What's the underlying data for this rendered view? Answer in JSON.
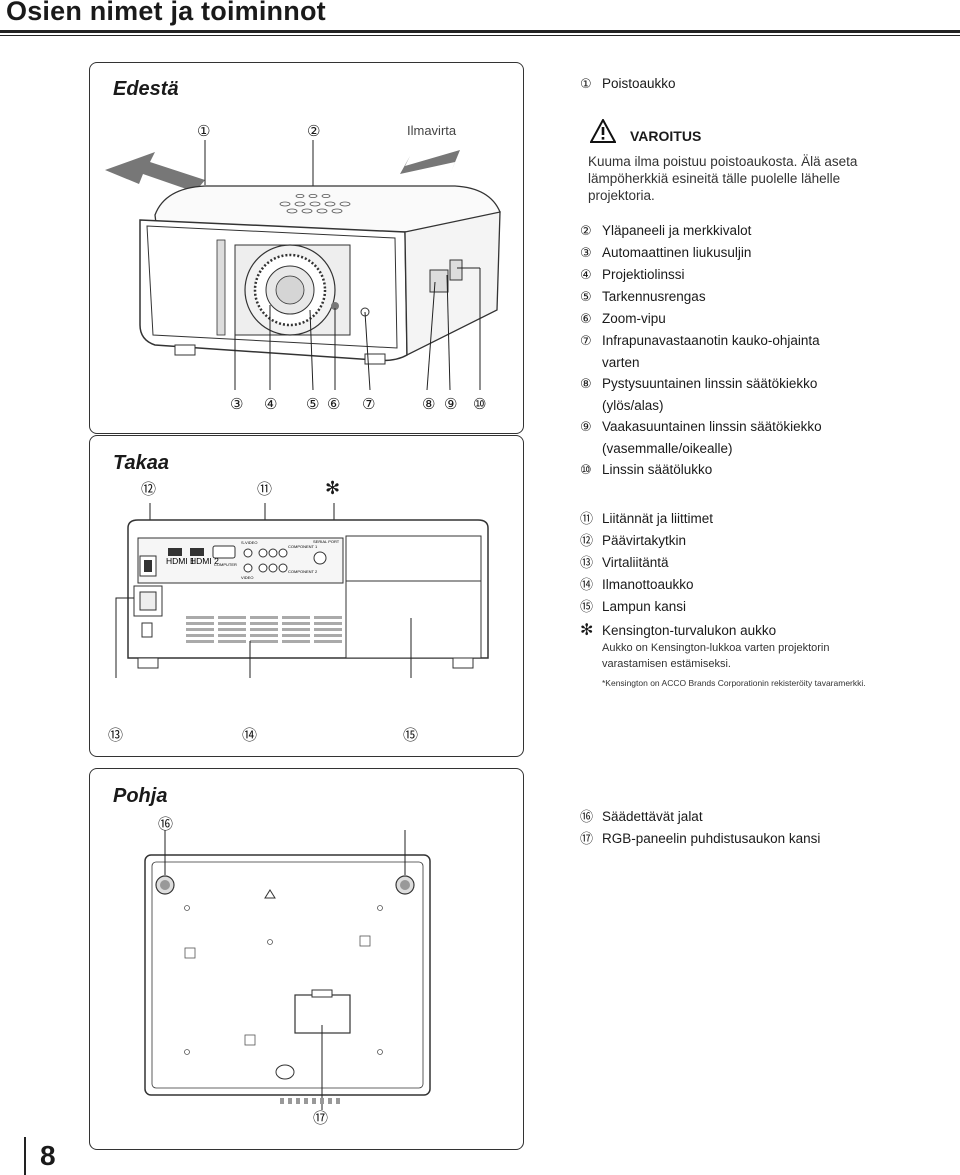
{
  "title": "Osien nimet ja toiminnot",
  "page_number": "8",
  "sections": {
    "front": "Edestä",
    "rear": "Takaa",
    "bottom": "Pohja"
  },
  "front_diagram": {
    "airflow_label": "Ilmavirta",
    "top_callouts": [
      "①",
      "②"
    ],
    "bottom_callouts": [
      "③",
      "④",
      "⑤",
      "⑥",
      "⑦",
      "⑧",
      "⑨",
      "⑩"
    ]
  },
  "rear_diagram": {
    "top_callouts": [
      "⑫",
      "⑪",
      "✻"
    ],
    "bottom_callouts": [
      "⑬",
      "⑭",
      "⑮"
    ],
    "panel_labels": [
      "HDMI 1",
      "HDMI 2",
      "COMPUTER",
      "S-VIDEO",
      "VIDEO",
      "COMPONENT 1",
      "COMPONENT 2",
      "SERIAL PORT"
    ]
  },
  "bottom_diagram": {
    "callouts": [
      "⑯",
      "⑰"
    ]
  },
  "list1": {
    "item1": {
      "n": "①",
      "label": "Poistoaukko"
    },
    "warning_title": "VAROITUS",
    "warning_text": "Kuuma ilma poistuu poistoaukosta. Älä aseta lämpöherkkiä esineitä tälle puolelle lähelle projektoria.",
    "items": [
      {
        "n": "②",
        "label": "Yläpaneeli ja merkkivalot"
      },
      {
        "n": "③",
        "label": "Automaattinen liukusuljin"
      },
      {
        "n": "④",
        "label": "Projektiolinssi"
      },
      {
        "n": "⑤",
        "label": "Tarkennusrengas"
      },
      {
        "n": "⑥",
        "label": "Zoom-vipu"
      },
      {
        "n": "⑦",
        "label": "Infrapunavastaanotin kauko-ohjainta"
      },
      {
        "n": "",
        "label": "varten"
      },
      {
        "n": "⑧",
        "label": "Pystysuuntainen linssin säätökiekko"
      },
      {
        "n": "",
        "label": "(ylös/alas)"
      },
      {
        "n": "⑨",
        "label": "Vaakasuuntainen linssin säätökiekko"
      },
      {
        "n": "",
        "label": "(vasemmalle/oikealle)"
      },
      {
        "n": "⑩",
        "label": "Linssin säätölukko"
      }
    ]
  },
  "list2": {
    "items": [
      {
        "n": "⑪",
        "label": "Liitännät ja liittimet"
      },
      {
        "n": "⑫",
        "label": "Päävirtakytkin"
      },
      {
        "n": "⑬",
        "label": "Virtaliitäntä"
      },
      {
        "n": "⑭",
        "label": "Ilmanottoaukko"
      },
      {
        "n": "⑮",
        "label": "Lampun kansi"
      }
    ],
    "kensington": {
      "n": "✻",
      "label": "Kensington-turvalukon aukko"
    },
    "kensington_desc": "Aukko on Kensington-lukkoa varten projektorin varastamisen estämiseksi.",
    "footnote": "*Kensington on ACCO Brands Corporationin rekisteröity tavaramerkki."
  },
  "list3": {
    "items": [
      {
        "n": "⑯",
        "label": "Säädettävät jalat"
      },
      {
        "n": "⑰",
        "label": "RGB-paneelin puhdistusaukon kansi"
      }
    ]
  }
}
